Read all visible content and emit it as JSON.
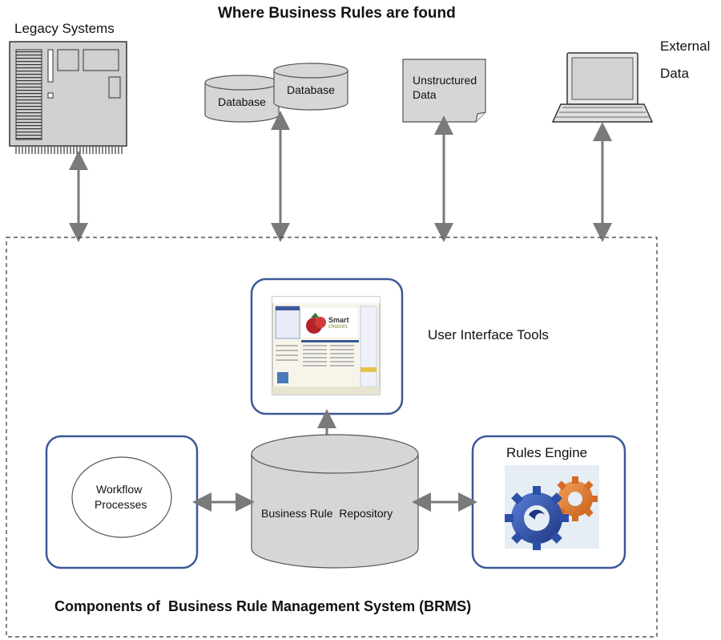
{
  "title": "Where Business Rules are found",
  "sources": {
    "legacy": "Legacy Systems",
    "database1": "Database",
    "database2": "Database",
    "unstructured_line1": "Unstructured",
    "unstructured_line2": "Data",
    "external_line1": "External",
    "external_line2": "Data"
  },
  "components": {
    "ui_tools": "User Interface Tools",
    "workflow_line1": "Workflow",
    "workflow_line2": "Processes",
    "repository": "Business Rule  Repository",
    "rules_engine": "Rules Engine",
    "footer": "Components of  Business Rule Management System (BRMS)"
  },
  "mini_screenshot": {
    "brand_line1": "Smart",
    "brand_line2": "choices"
  },
  "colors": {
    "box_border": "#3b5998",
    "arrow": "#7a7a7a",
    "cylinder_fill": "#d6d6d6",
    "gear_blue": "#2c4fa8",
    "gear_orange": "#e07a2a"
  }
}
